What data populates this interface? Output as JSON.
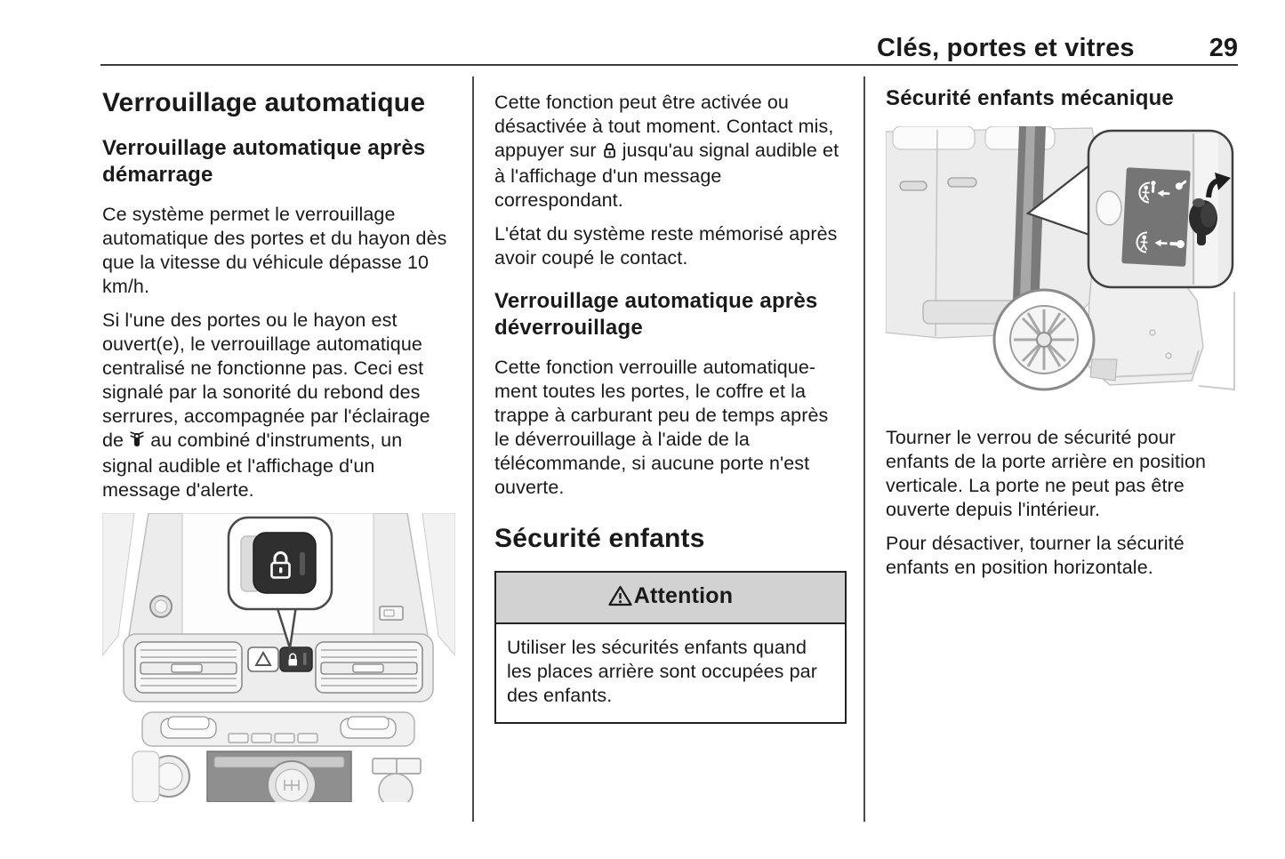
{
  "header": {
    "title": "Clés, portes et vitres",
    "page_number": "29"
  },
  "left_column": {
    "section_title": "Verrouillage automatique",
    "subsection_title": "Verrouillage automatique après démarrage",
    "paragraph_1": "Ce système permet le verrouillage automatique des portes et du hayon dès que la vitesse du véhicule dépasse 10 km/h.",
    "paragraph_2_before_icon": "Si l'une des portes ou le hayon est ouvert(e), le verrouillage automatique centralisé ne fonctionne pas. Ceci est signalé par la sonorité du rebond des serrures, accompagnée par l'éclai­rage de ",
    "paragraph_2_icon": "door-ajar-warning-icon",
    "paragraph_2_after_icon": " au combiné d'instruments, un signal audible et l'affichage d'un message d'alerte.",
    "figure": "center-console-central-locking-illustration"
  },
  "middle_column": {
    "paragraph_1_before_icon": "Cette fonction peut être activée ou désactivée à tout moment. Contact mis, appuyer sur ",
    "paragraph_1_icon": "central-locking-padlock-icon",
    "paragraph_1_after_icon": " jusqu'au signal audible et à l'affichage d'un message correspondant.",
    "paragraph_2": "L'état du système reste mémorisé après avoir coupé le contact.",
    "subsection_title": "Verrouillage automatique après déverrouillage",
    "paragraph_3": "Cette fonction verrouille automatique­ment toutes les portes, le coffre et la trappe à carburant peu de temps après le déverrouillage à l'aide de la télécommande, si aucune porte n'est ouverte.",
    "section_title": "Sécurité enfants",
    "warning_box": {
      "icon": "warning-triangle-icon",
      "title": "Attention",
      "body": "Utiliser les sécurités enfants quand les places arrière sont occupées par des enfants."
    }
  },
  "right_column": {
    "subsection_title": "Sécurité enfants mécanique",
    "figure": "van-rear-door-child-lock-illustration",
    "paragraph_1": "Tourner le verrou de sécurité pour enfants de la porte arrière en position verticale. La porte ne peut pas être ouverte depuis l'intérieur.",
    "paragraph_2": "Pour désactiver, tourner la sécurité enfants en position horizontale."
  },
  "colors": {
    "text": "#1a1a1a",
    "divider": "#4a4a4a",
    "warning_band": "#d2d2d2"
  }
}
